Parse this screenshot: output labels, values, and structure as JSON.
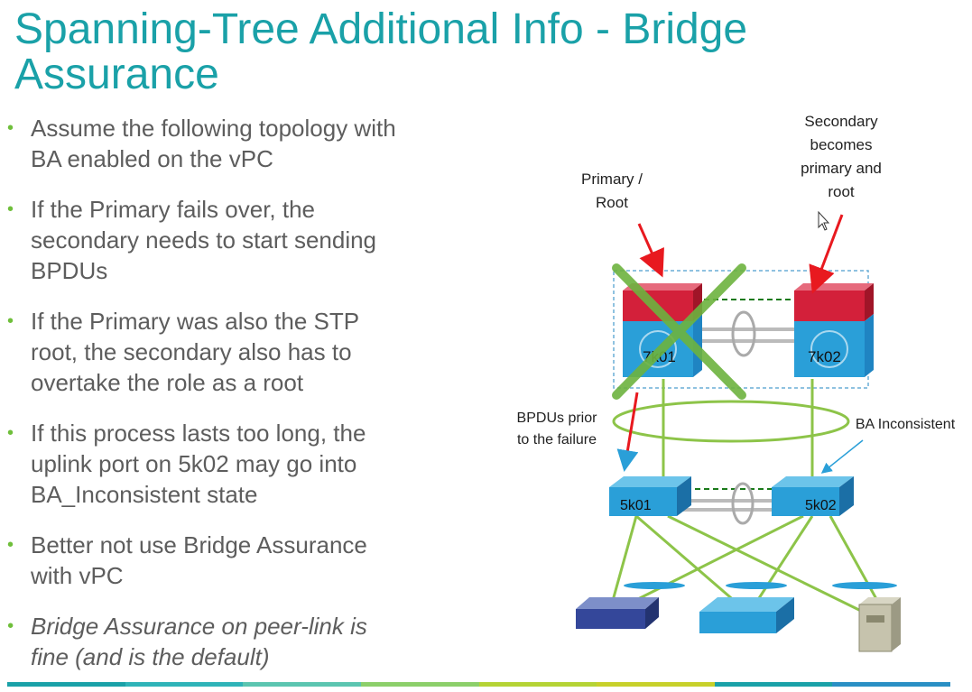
{
  "slide": {
    "title": "Spanning-Tree Additional Info - Bridge Assurance",
    "bullets": [
      {
        "lines": [
          "Assume the following  topology with",
          "BA enabled on the vPC"
        ],
        "italic": false
      },
      {
        "lines": [
          "If the Primary fails over, the",
          "secondary needs to start sending",
          "BPDUs"
        ],
        "italic": false
      },
      {
        "lines": [
          "If the Primary was also the STP",
          "root, the secondary also has to",
          "overtake the role as a root"
        ],
        "italic": false
      },
      {
        "lines": [
          "If this process lasts too long, the",
          "uplink port on 5k02 may go into",
          "BA_Inconsistent state"
        ],
        "italic": false
      },
      {
        "lines": [
          "Better not use Bridge Assurance",
          "with vPC"
        ],
        "italic": false
      },
      {
        "lines": [
          "Bridge Assurance on peer-link is",
          "fine (and is the default)"
        ],
        "italic": true
      }
    ]
  },
  "diagram": {
    "labels": {
      "primary": [
        "Primary /",
        "Root"
      ],
      "secondary": [
        "Secondary",
        "becomes",
        "primary and",
        "root"
      ],
      "bpdus": [
        "BPDUs prior",
        "to the failure"
      ],
      "ba_inconsistent": "BA Inconsistent"
    },
    "nodes": {
      "core1": "7k01",
      "core2": "7k02",
      "access1": "5k01",
      "access2": "5k02"
    }
  },
  "colors": {
    "title": "#1aa1a8",
    "bullet": "#6fbf3b",
    "text": "#5d5d5d",
    "link": "#8dc449",
    "arrow": "#e8191f",
    "cross": "#6db33f",
    "switch_blue": "#2a9fd8",
    "switch_red": "#d3203a"
  },
  "footer": [
    "#1aa1a8",
    "#2fb3b8",
    "#5bc5b0",
    "#8ccf6a",
    "#b5d335",
    "#c7d02a",
    "#1aa1a8",
    "#2a8fc4"
  ]
}
